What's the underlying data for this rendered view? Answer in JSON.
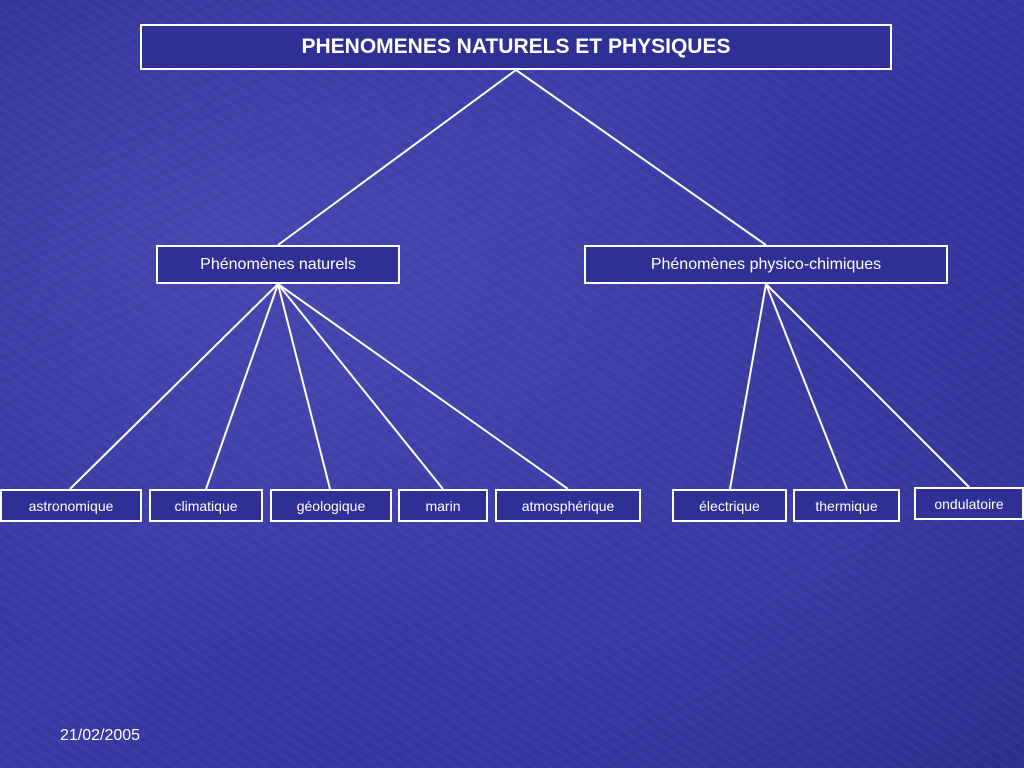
{
  "diagram": {
    "root": {
      "label": "PHENOMENES NATURELS ET PHYSIQUES"
    },
    "branches": [
      {
        "label": "Phénomènes naturels",
        "children": [
          "astronomique",
          "climatique",
          "géologique",
          "marin",
          "atmosphérique"
        ]
      },
      {
        "label": "Phénomènes physico-chimiques",
        "children": [
          "électrique",
          "thermique",
          "ondulatoire"
        ]
      }
    ],
    "line_color": "#ffffff",
    "box_border_color": "#ffffff"
  },
  "footer": {
    "date": "21/02/2005"
  },
  "colors": {
    "background": "#33339c",
    "text": "#ffffff"
  }
}
